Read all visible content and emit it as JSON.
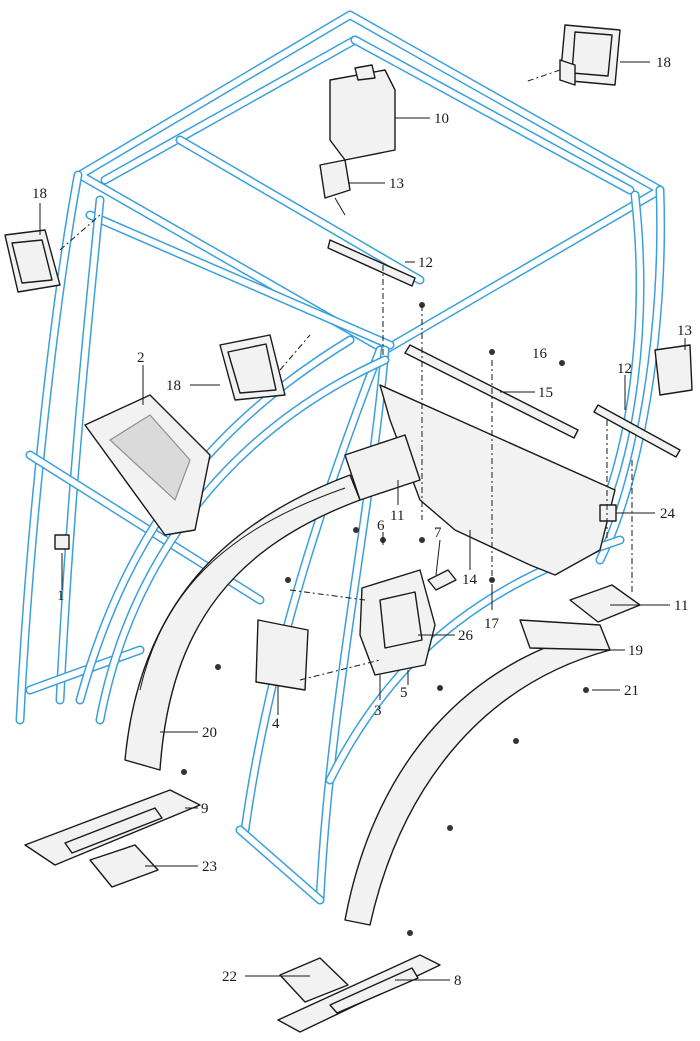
{
  "diagram": {
    "colors": {
      "frame": "#3aa0dc",
      "line": "#1a1a1a",
      "part_fill": "#f2f2f2"
    },
    "callouts": [
      "18",
      "10",
      "13",
      "12",
      "2",
      "18",
      "16",
      "15",
      "13",
      "12",
      "11",
      "6",
      "7",
      "14",
      "24",
      "1",
      "17",
      "26",
      "11",
      "19",
      "5",
      "3",
      "4",
      "21",
      "20",
      "9",
      "23",
      "22",
      "8"
    ]
  }
}
